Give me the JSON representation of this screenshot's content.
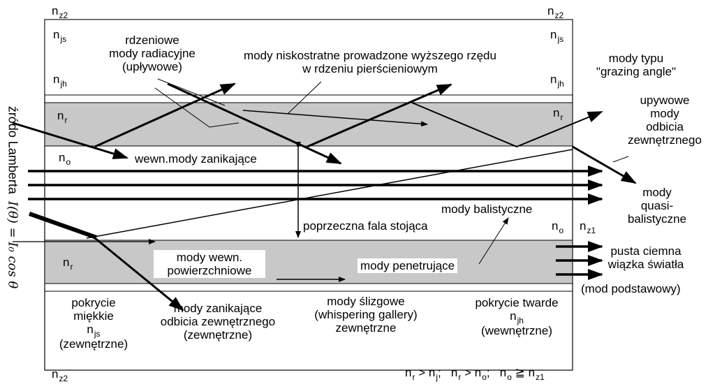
{
  "colors": {
    "band": "#c8c8c8",
    "stroke": "#000000",
    "background": "#ffffff"
  },
  "layers": {
    "nz2_top_left": "n",
    "nz2_top_left_sub": "z2",
    "nz2_top_right": "n",
    "nz2_top_right_sub": "z2",
    "njs_left": "n",
    "njs_left_sub": "js",
    "njs_right": "n",
    "njs_right_sub": "js",
    "njh_left": "n",
    "njh_left_sub": "jh",
    "njh_right": "n",
    "njh_right_sub": "jh",
    "nr_top_left": "n",
    "nr_top_left_sub": "r",
    "nr_top_right": "n",
    "nr_top_right_sub": "r",
    "no_left": "n",
    "no_left_sub": "o",
    "no_right": "n",
    "no_right_sub": "o",
    "nz1_right": "n",
    "nz1_right_sub": "z1",
    "nr_bottom_left": "n",
    "nr_bottom_left_sub": "r",
    "njs_bottom": "n",
    "njs_bottom_sub": "js",
    "njh_bottom": "n",
    "njh_bottom_sub": "jh",
    "nz2_bottom_left": "n",
    "nz2_bottom_left_sub": "z2"
  },
  "labels": {
    "core_radiation_1": "rdzeniowe",
    "core_radiation_2": "mody radiacyjne",
    "core_radiation_3": "(upływowe)",
    "low_order_1": "mody niskostratne prowadzone wyższego rzędu",
    "low_order_2": "w rdzeniu pierścieniowym",
    "grazing_1": "mody typu",
    "grazing_2": "\"grazing angle\"",
    "leaky_ext_1": "upywowe",
    "leaky_ext_2": "mody",
    "leaky_ext_3": "odbicia",
    "leaky_ext_4": "zewnętrznego",
    "lambert_text": "źródo Lamberta",
    "lambert_formula": "I(θ) = I₀ cos θ",
    "internal_evanescent": "wewn.mody zanikające",
    "quasi_ballistic_1": "mody",
    "quasi_ballistic_2": "quasi-",
    "quasi_ballistic_3": "balistyczne",
    "ballistic": "mody balistyczne",
    "standing_wave": "poprzeczna fala stojąca",
    "hollow_beam_1": "pusta ciemna",
    "hollow_beam_2": "wiązka światła",
    "fundamental": "(mod podstawowy)",
    "internal_surface_1": "mody wewn.",
    "internal_surface_2": "powierzchniowe",
    "penetrating": "mody penetrujące",
    "soft_cladding_1": "pokrycie",
    "soft_cladding_2": "miękkie",
    "soft_cladding_3": "(zewnętrzne)",
    "evanescent_ext_1": "mody zanikające",
    "evanescent_ext_2": "odbicia zewnętrznego",
    "evanescent_ext_3": "(zewnętrzne)",
    "whispering_1": "mody ślizgowe",
    "whispering_2": "(whispering gallery)",
    "whispering_3": "zewnętrzne",
    "hard_cladding_1": "pokrycie twarde",
    "hard_cladding_3": "(wewnętrzne)"
  },
  "relation": {
    "n1": "n",
    "n1_sub": "r",
    "op1": " > ",
    "n2": "n",
    "n2_sub": "j",
    "sep1": ";",
    "n3": "n",
    "n3_sub": "r",
    "op2": " > ",
    "n4": "n",
    "n4_sub": "o",
    "sep2": ";",
    "n5": "n",
    "n5_sub": "o",
    "op3": " ≧ ",
    "n6": "n",
    "n6_sub": "z1"
  }
}
